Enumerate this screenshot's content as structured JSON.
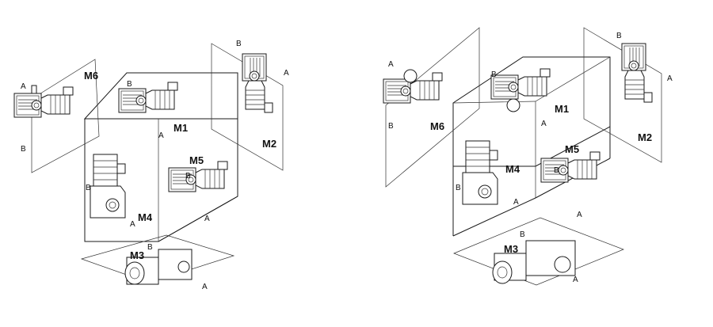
{
  "diagrams": [
    {
      "positions": [
        "M1",
        "M2",
        "M3",
        "M4",
        "M5",
        "M6"
      ],
      "sides": [
        "A",
        "B"
      ]
    },
    {
      "positions": [
        "M1",
        "M2",
        "M3",
        "M4",
        "M5",
        "M6"
      ],
      "sides": [
        "A",
        "B"
      ]
    }
  ]
}
